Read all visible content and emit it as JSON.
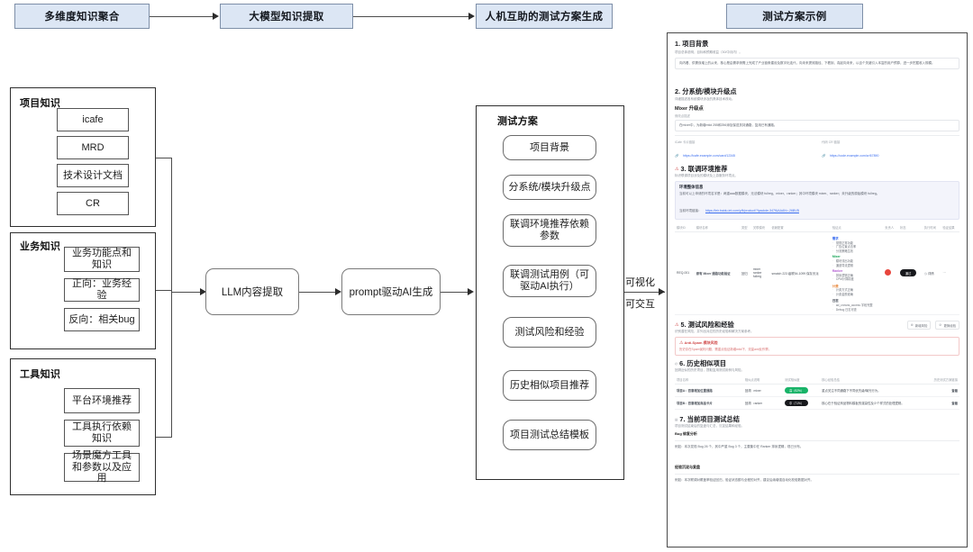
{
  "pipeline": [
    {
      "id": "stage-1",
      "label": "多维度知识聚合"
    },
    {
      "id": "stage-2",
      "label": "大模型知识提取"
    },
    {
      "id": "stage-3",
      "label": "人机互助的测试方案生成"
    },
    {
      "id": "stage-4",
      "label": "测试方案示例"
    }
  ],
  "groups": [
    {
      "id": "project-knowledge",
      "title": "项目知识",
      "items": [
        "icafe",
        "MRD",
        "技术设计文档",
        "CR"
      ]
    },
    {
      "id": "business-knowledge",
      "title": "业务知识",
      "items": [
        "业务功能点和知识",
        "正向：业务经验",
        "反向：相关bug"
      ]
    },
    {
      "id": "tool-knowledge",
      "title": "工具知识",
      "items": [
        "平台环境推荐",
        "工具执行依赖知识",
        "场景魔方工具和参数以及应用"
      ]
    }
  ],
  "process": [
    {
      "id": "llm-extract",
      "label": "LLM内容提取"
    },
    {
      "id": "prompt-gen",
      "label": "prompt驱动AI生成"
    }
  ],
  "plan": {
    "title": "测试方案",
    "items": [
      "项目背景",
      "分系统/模块升级点",
      "联调环境推荐依赖参数",
      "联调测试用例（可驱动AI执行）",
      "测试风险和经验",
      "历史相似项目推荐",
      "项目测试总结模板"
    ]
  },
  "edge_labels": {
    "visual": "可视化",
    "interactive": "可交互"
  },
  "document": {
    "sections": {
      "s1": {
        "heading": "1. 项目背景",
        "sub": "项目总体说明，目标和预期收益（30/中月内）。",
        "body": "向内看、供需双增上的从来，核心是由需求侧需上完成了产业链条建设及数字化连代，向未来提效路径、下看到、真起向未来，以百个关键引入本富的用户预算，进一步挖掘收入规模。"
      },
      "s2": {
        "heading": "2. 分系统/模块升级点",
        "sub": "详细描述各系统模块涉及的具体技术改动。",
        "sub_heading": "Mixer 升级点",
        "label": "修改点描述",
        "body": "在mixer中，为新增mtid 255和256添加保送扶持通路，复用已有通路。",
        "link_labels": [
          "iCafe 卡片链接",
          "代码 CR 链接"
        ],
        "links": [
          "https://icafe.example.com/card/12345",
          "https://code.example.com/cr/67890"
        ]
      },
      "s3": {
        "heading": "3. 联调环境推荐",
        "sub": "标识联调项目涉及的模块及上游服务环境点。",
        "env_title": "环境整体信息",
        "env_text": "当前可以上申请的环境名字是：两重aaa数据模块、无法模块 fullreg、mixer、ranker；其中环境模块 mixer、ranker；未升级的原始模块 fullreg。",
        "env_link_label": "当前环境链接：",
        "env_link": "https://ieir.baidu-int.com/y/lt/product/?lpackde-347f&AAAN=-26BVB",
        "columns": [
          "模块ID",
          "模块名称",
          "类型",
          "关联模块",
          "依赖配置",
          "验证点",
          "负责人",
          "状态",
          "执行时间",
          "验证结果"
        ],
        "row": {
          "id": "REQ-001",
          "name": "原有 Mixer 通路功能验证",
          "type": "回归",
          "related": [
            "mixer",
            "ranker",
            "fullreg"
          ],
          "config": "smatch 223 级联54-1099 保存天派",
          "tags": [
            {
              "name": "需求",
              "color": "#3a6df0",
              "items": [
                "常规正常功能",
                "广告位置点击率",
                "分流策略生效"
              ]
            },
            {
              "name": "Mixer",
              "color": "#18a558",
              "items": [
                "模块流出功能",
                "通道导流逻辑"
              ]
            },
            {
              "name": "Ranker",
              "color": "#b05ad0",
              "items": [
                "排序逻辑正确",
                "CPM计算精度"
              ]
            },
            {
              "name": "计费",
              "color": "#e8883c",
              "items": [
                "计费方式正确",
                "计费金额准确"
              ]
            },
            {
              "name": "日志",
              "color": "#3d4450",
              "items": [
                "ad_crowns_access 字段完整",
                "Debug 日志可查"
              ]
            }
          ],
          "actions": [
            "通过",
            "详情"
          ]
        }
      },
      "s5": {
        "heading": "5. 测试风险和经验",
        "sub": "识别潜在风险，并列出对应的历史经验和解决方案参考。",
        "actions": [
          "新增风险",
          "更换经验"
        ],
        "risk_title": "Anti-Spam 模块风险",
        "risk_text": "历史存在Spam误判问题，需重点验证新增mtid下，流量anti反作弊。"
      },
      "s6": {
        "heading": "6. 历史相似项目",
        "sub": "回溯近似的历史项目，提取复用测试用例与风险。",
        "columns": [
          "项目名称",
          "相似点说明",
          "测试相似度",
          "核心经验总结",
          "历史测试方案链接"
        ],
        "rows": [
          {
            "name": "项目A：百意增加位置通路",
            "points": [
              "回溯",
              "mixer"
            ],
            "score": "高（92%）",
            "score_style": "green",
            "summary": "重点关注不同通路下不同优先级/曝光行为。",
            "link": "查看"
          },
          {
            "name": "项目B：百意增加商品卡片",
            "points": [
              "回溯",
              "ranker"
            ],
            "score": "中（71%）",
            "score_style": "dark",
            "summary": "核心在于验证商品物料模板的渲染性及少个样式的处理逻辑。",
            "link": "查看"
          }
        ]
      },
      "s7": {
        "heading": "7. 当前项目测试总结",
        "sub": "项目测试结束后的复盘与汇总，沉淀结果和经验。",
        "bug_heading": "Bug 修复分析",
        "bug_text": "例如：本次发现 Bug 26 个，其中严重 Bug 3 个，主要集中在 Ranker 排序逻辑，现已分布。",
        "exp_heading": "经验沉淀与复盘",
        "exp_text": "例如：本次联调对覆盖率验证回归，验证状态额与全程的对齐，建议后续增强自动化校验数据对齐。"
      }
    }
  }
}
